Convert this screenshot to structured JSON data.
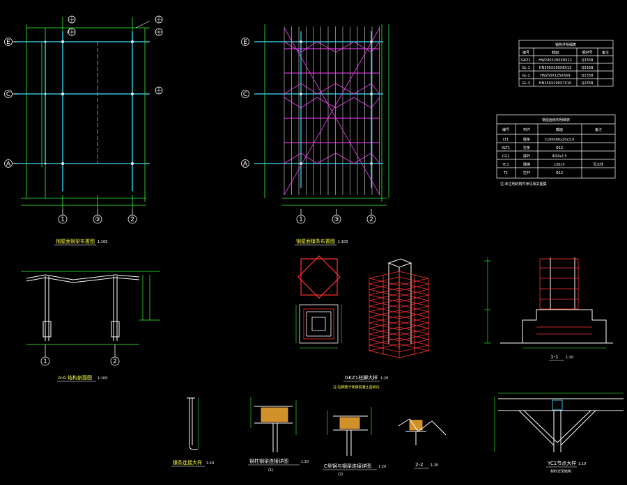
{
  "drawing": {
    "axis_labels_rows": [
      "E",
      "C",
      "A"
    ],
    "axis_labels_cols": [
      "1",
      "③",
      "2"
    ],
    "titles": {
      "plan_left": "钢屋面钢梁布置图",
      "plan_left_scale": "1:100",
      "plan_right": "钢屋面檁条布置图",
      "plan_right_scale": "1:100",
      "section_aa": "A-A 结构剖面图",
      "section_aa_scale": "1:100",
      "gkz1": "GKZ1柱脚大样",
      "gkz1_scale": "1:20",
      "gkz1_note": "注:柱脚置于新做混凝土基础内",
      "section_11": "1-1",
      "section_11_scale": "1:20",
      "purlin_detail": "檁条连接大样",
      "purlin_detail_scale": "1:10",
      "gl_detail": "钢柱钢梁连接详图",
      "gl_detail_scale": "1:20",
      "gl_detail_sub": "(1)",
      "c_detail": "C型钢与钢梁连接详图",
      "c_detail_scale": "1:20",
      "c_detail_sub": "(2)",
      "section_22": "2-2",
      "section_22_scale": "1:20",
      "yc1": "YC1节点大样",
      "yc1_scale": "1:10",
      "yc1_sub": "材料详见结构"
    },
    "table1": {
      "title": "钢构件明细表",
      "headers": [
        "编号",
        "截面",
        "钢材号",
        "备注"
      ],
      "rows": [
        [
          "GKZ1",
          "HW200X200X8X12",
          "Q235B",
          ""
        ],
        [
          "GL-1",
          "HN300X200X8X13",
          "Q235B",
          ""
        ],
        [
          "GL-2",
          "HN250X125X6X9",
          "Q235B",
          ""
        ],
        [
          "GL-3",
          "HN150X200X7X10",
          "Q235B",
          ""
        ]
      ]
    },
    "table2": {
      "title": "钢屋面结构明细表",
      "headers": [
        "编号",
        "构件",
        "截面",
        "备注"
      ],
      "rows": [
        [
          "LT1",
          "檁条",
          "C160x60x20x3.0",
          ""
        ],
        [
          "XLT1",
          "拉条",
          "Φ12",
          ""
        ],
        [
          "CG1",
          "撑杆",
          "Φ32x2.5",
          ""
        ],
        [
          "YC1",
          "隅撑",
          "L50x5",
          "见大样"
        ],
        [
          "T1",
          "拉杆",
          "Φ12",
          ""
        ]
      ],
      "note": "注:未注明的附件参见相关图集"
    }
  }
}
